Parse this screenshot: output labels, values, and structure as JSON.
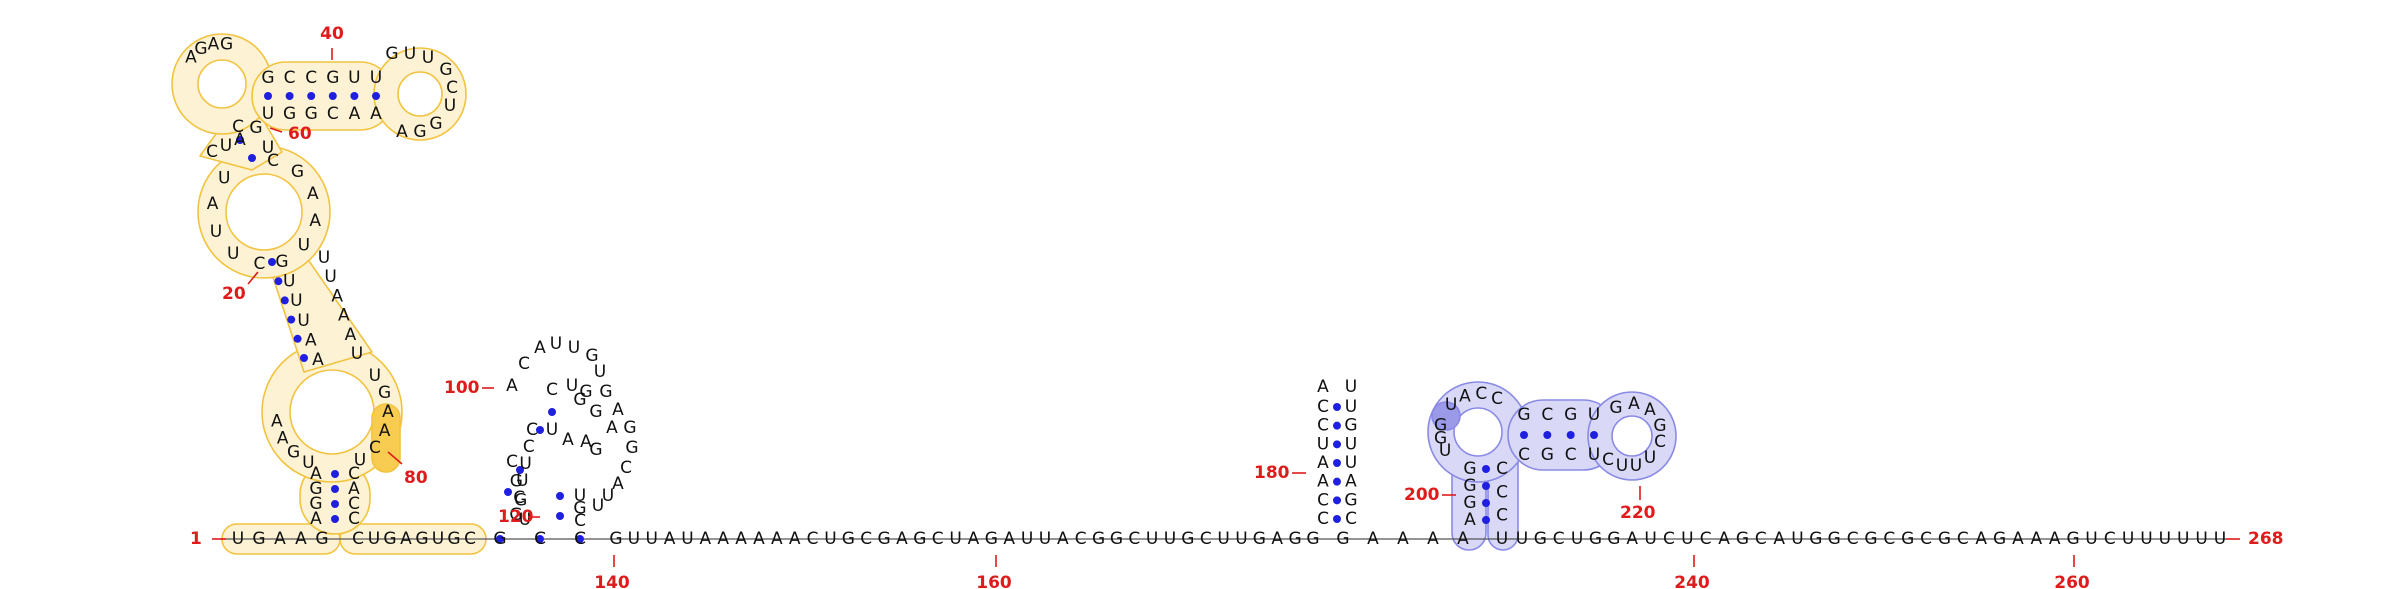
{
  "sequence": "UGAAGCUGAGUGCGCCGUUAUAAAAAACUGCGAGCUAGAUUACGGCUUGCUUGAGGCGAAAAAUUGCUGGAUCUCAGCAUGGCGCGCGCAGAAAGUCUUUUUU",
  "bases": {
    "d1_bottom": [
      "U",
      "G",
      "A",
      "A",
      "G"
    ],
    "d1_top": [
      "C",
      "U",
      "G",
      "A",
      "G",
      "U",
      "G",
      "C"
    ],
    "d1_stem_left": [
      "A",
      "G",
      "G",
      "A"
    ],
    "d1_stem_right": [
      "C",
      "C",
      "A",
      "C"
    ],
    "d1_loop2_left": [
      "U",
      "G",
      "A",
      "A"
    ],
    "d1_loop2_right": [
      "U",
      "G",
      "A",
      "A",
      "C",
      "U"
    ],
    "d1_helix_left": [
      "A",
      "A",
      "U",
      "U",
      "U",
      "G"
    ],
    "d1_helix_right": [
      "U",
      "A",
      "A",
      "A",
      "U",
      "U"
    ],
    "d1_loop3_left": [
      "C",
      "U",
      "U",
      "A",
      "U"
    ],
    "d1_loop3_right": [
      "C",
      "G",
      "A",
      "A",
      "U"
    ],
    "d1_junction_left": [
      "C",
      "U",
      "A",
      "C"
    ],
    "d1_junction_right": [
      "G",
      "U"
    ],
    "d1_left_hairpin": [
      "A",
      "G",
      "A",
      "G"
    ],
    "d1_top_strand": [
      "G",
      "C",
      "C",
      "G",
      "U",
      "U"
    ],
    "d1_bottom_strand": [
      "U",
      "G",
      "G",
      "C",
      "A",
      "A"
    ],
    "d1_right_hairpin_top": [
      "G",
      "U",
      "U"
    ],
    "d1_right_hairpin_side": [
      "G",
      "C",
      "U"
    ],
    "d1_right_hairpin_bottom": [
      "A",
      "G",
      "G"
    ],
    "pk_stem_left": [
      "G",
      "C",
      "U",
      "U",
      "C",
      "C"
    ],
    "pk_loop_top": [
      "A",
      "C",
      "A",
      "U",
      "U",
      "G"
    ],
    "pk_loop_right": [
      "U",
      "G",
      "A",
      "G",
      "G",
      "C",
      "A",
      "U",
      "U"
    ],
    "pk_inner": [
      "C",
      "U",
      "G",
      "U",
      "A",
      "A"
    ],
    "pk_extra": [
      "G",
      "G",
      "A",
      "G"
    ],
    "pk_bottom": [
      "G",
      "C",
      "C"
    ],
    "pk_col2": [
      "U",
      "G",
      "G",
      "C"
    ],
    "pk_col3": [
      "U",
      "G",
      "C"
    ],
    "linker_a": [
      "G",
      "U",
      "U",
      "A",
      "U",
      "A",
      "A",
      "A",
      "A",
      "A",
      "A",
      "C",
      "U",
      "G",
      "C",
      "G",
      "A",
      "G",
      "C",
      "U",
      "A",
      "G",
      "A",
      "U",
      "U",
      "A",
      "C",
      "G",
      "G",
      "C",
      "U",
      "U",
      "G",
      "C",
      "U",
      "U",
      "G",
      "A",
      "G",
      "G"
    ],
    "hp180_left": [
      "C",
      "C",
      "A",
      "A",
      "U",
      "C",
      "C"
    ],
    "hp180_right": [
      "U",
      "G",
      "U",
      "U",
      "A",
      "G",
      "C"
    ],
    "hp180_loop": [
      "A",
      "U"
    ],
    "linker_b": [
      "G",
      "A",
      "A",
      "A",
      "A"
    ],
    "d2_left_stem": [
      "A",
      "G",
      "G",
      "G"
    ],
    "d2_right_stem": [
      "U",
      "C",
      "C",
      "C"
    ],
    "d2_loop_left": [
      "U",
      "G",
      "G"
    ],
    "d2_loop_top": [
      "U",
      "A",
      "C",
      "C"
    ],
    "d2_top_strand": [
      "G",
      "C",
      "G",
      "U"
    ],
    "d2_bottom_strand": [
      "C",
      "G",
      "C",
      "U"
    ],
    "d2_hairpin": [
      "G",
      "A",
      "A",
      "G",
      "C",
      "U",
      "U",
      "U",
      "C"
    ],
    "tail": [
      "U",
      "G",
      "C",
      "U",
      "G",
      "G",
      "A",
      "U",
      "C",
      "U",
      "C",
      "A",
      "G",
      "C",
      "A",
      "U",
      "G",
      "G",
      "C",
      "G",
      "C",
      "G",
      "C",
      "G",
      "C",
      "A",
      "G",
      "A",
      "A",
      "A",
      "G",
      "U",
      "C",
      "U",
      "U",
      "U",
      "U",
      "U",
      "U"
    ]
  },
  "position_labels": {
    "p1": "1",
    "p20": "20",
    "p40": "40",
    "p60": "60",
    "p80": "80",
    "p100": "100",
    "p120": "120",
    "p140": "140",
    "p160": "160",
    "p180": "180",
    "p200": "200",
    "p220": "220",
    "p240": "240",
    "p260": "260",
    "p268": "268"
  },
  "colors": {
    "domain1_outline": "#f2c33f",
    "domain1_fill": "#fdf3d4",
    "domain1_highlight": "#f7cc50",
    "domain2_outline": "#8a8ae6",
    "domain2_fill": "#d9d9f7",
    "domain2_highlight": "#9a9ae8",
    "base_pair": "#1f1fe0",
    "label": "#e01b1b",
    "base": "#111111"
  }
}
